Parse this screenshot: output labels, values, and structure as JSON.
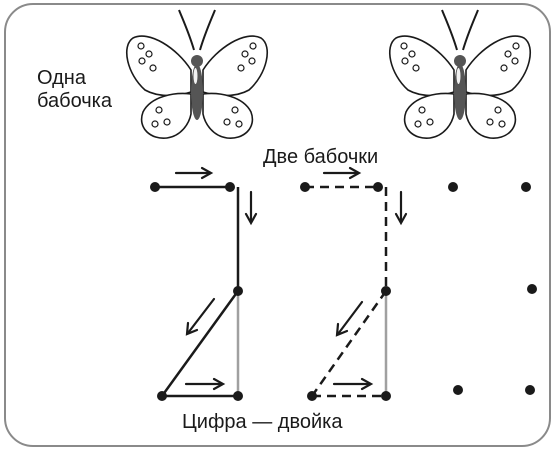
{
  "labels": {
    "one_butterfly_line1": "Одна",
    "one_butterfly_line2": "бабочка",
    "two_butterflies": "Две бабочки",
    "caption": "Цифра — двойка"
  },
  "colors": {
    "ink": "#1a1a1a",
    "frame": "#8a8a8a",
    "grey_path": "#a0a0a0",
    "butterfly_body": "#555555"
  },
  "icons": [
    "butterfly-icon",
    "arrow-right-icon",
    "arrow-down-icon",
    "arrow-down-left-icon"
  ]
}
